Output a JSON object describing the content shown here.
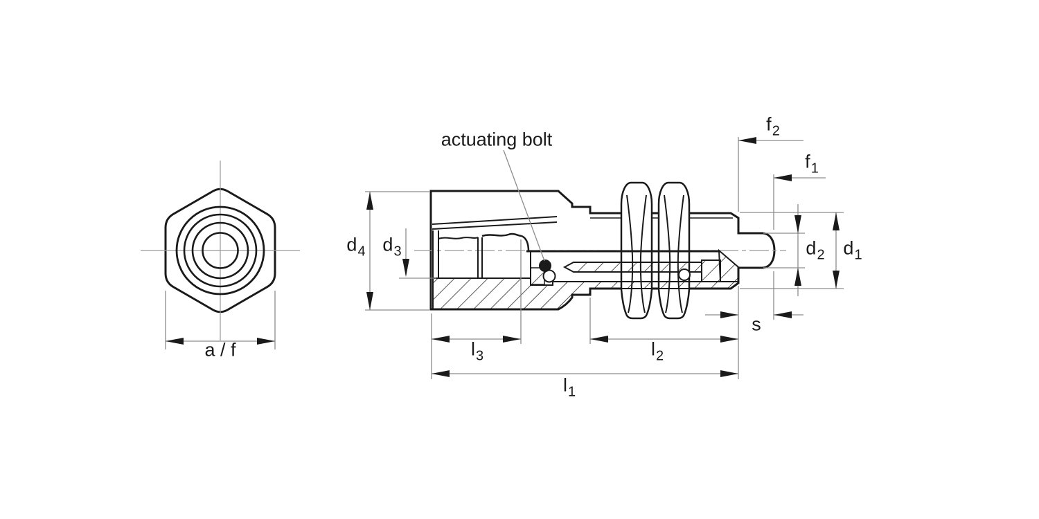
{
  "drawing": {
    "callout": {
      "label": "actuating bolt"
    },
    "dimensions": {
      "d4": {
        "base": "d",
        "sub": "4"
      },
      "d3": {
        "base": "d",
        "sub": "3"
      },
      "d2": {
        "base": "d",
        "sub": "2"
      },
      "d1": {
        "base": "d",
        "sub": "1"
      },
      "f2": {
        "base": "f",
        "sub": "2"
      },
      "f1": {
        "base": "f",
        "sub": "1"
      },
      "l3": {
        "base": "l",
        "sub": "3"
      },
      "l2": {
        "base": "l",
        "sub": "2"
      },
      "l1": {
        "base": "l",
        "sub": "1"
      },
      "s": {
        "base": "s",
        "sub": ""
      },
      "af": {
        "base": "a / f",
        "sub": ""
      }
    },
    "colors": {
      "outline": "#1a1a1a",
      "dimension_lines": "#8c8c8c",
      "background": "#ffffff"
    }
  }
}
